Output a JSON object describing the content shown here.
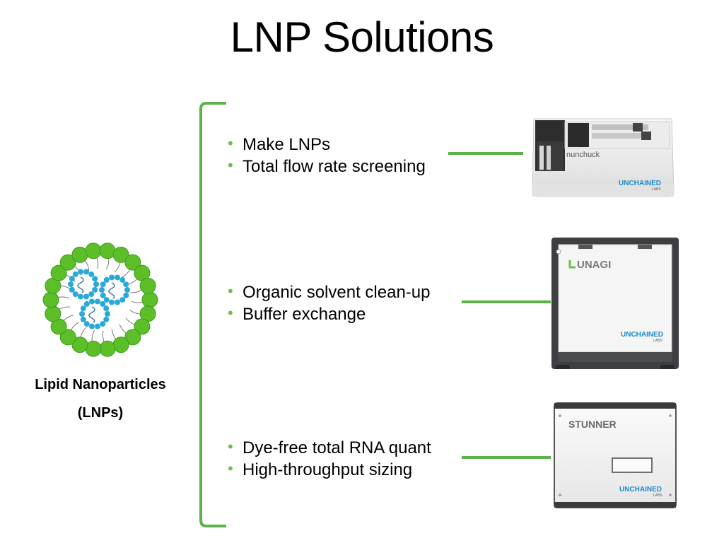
{
  "slide": {
    "title": "LNP Solutions",
    "lnp_label_line1": "Lipid Nanoparticles",
    "lnp_label_line2": "(LNPs)"
  },
  "groups": [
    {
      "bullets": [
        "Make LNPs",
        "Total flow rate screening"
      ]
    },
    {
      "bullets": [
        "Organic solvent clean-up",
        "Buffer exchange"
      ]
    },
    {
      "bullets": [
        "Dye-free total RNA quant",
        "High-throughput sizing"
      ]
    }
  ],
  "devices": {
    "nunchuck": {
      "name": "nunchuck",
      "brand": "UNCHAINED",
      "brand_sub": "LABS"
    },
    "unagi": {
      "name": "UNAGI",
      "brand": "UNCHAINED",
      "brand_sub": "LABS"
    },
    "stunner": {
      "name": "STUNNER",
      "brand": "UNCHAINED",
      "brand_sub": "LABS"
    }
  },
  "colors": {
    "accent_green": "#5bb14a",
    "bullet_green": "#6cc04a",
    "lipid_green": "#5cbf2a",
    "rna_blue": "#2aa9d8",
    "brand_blue": "#1a8cc8"
  },
  "icons": {
    "bullet": "•"
  }
}
